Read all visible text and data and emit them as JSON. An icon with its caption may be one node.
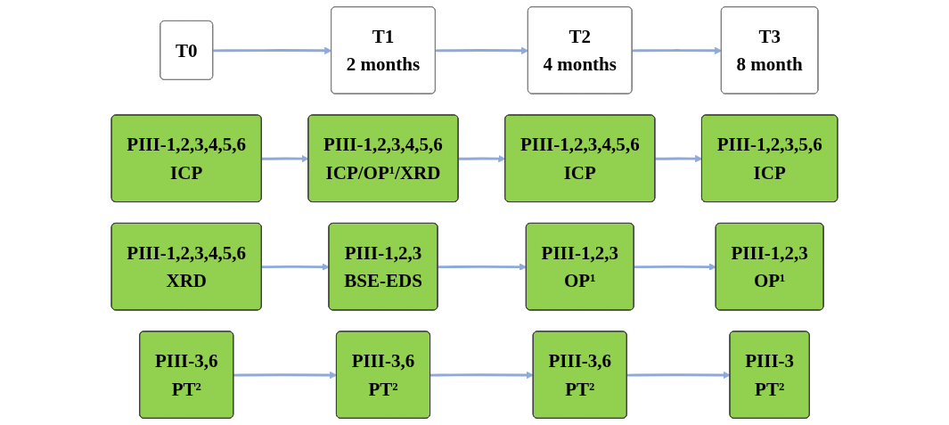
{
  "diagram": {
    "nodes": [
      {
        "text": [
          "T0"
        ]
      },
      {
        "text": [
          "T1",
          "2 months"
        ]
      },
      {
        "text": [
          "T2",
          "4 months"
        ]
      },
      {
        "text": [
          "T3",
          "8 month"
        ]
      },
      {
        "text": [
          "PIII-1,2,3,4,5,6",
          "ICP"
        ]
      },
      {
        "text": [
          "PIII-1,2,3,4,5,6",
          "ICP/OP¹/XRD"
        ]
      },
      {
        "text": [
          "PIII-1,2,3,4,5,6",
          "ICP"
        ]
      },
      {
        "text": [
          "PIII-1,2,3,5,6",
          "ICP"
        ]
      },
      {
        "text": [
          "PIII-1,2,3,4,5,6",
          "XRD"
        ]
      },
      {
        "text": [
          "PIII-1,2,3",
          "BSE-EDS"
        ]
      },
      {
        "text": [
          "PIII-1,2,3",
          "OP¹"
        ]
      },
      {
        "text": [
          "PIII-1,2,3",
          "OP¹"
        ]
      },
      {
        "text": [
          "PIII-3,6",
          "PT²"
        ]
      },
      {
        "text": [
          "PIII-3,6",
          "PT²"
        ]
      },
      {
        "text": [
          "PIII-3,6",
          "PT²"
        ]
      },
      {
        "text": [
          "PIII-3",
          "PT²"
        ]
      }
    ],
    "edges": [
      {
        "from": 0,
        "to": 1,
        "arrow": "to"
      },
      {
        "from": 1,
        "to": 2,
        "arrow": "to"
      },
      {
        "from": 2,
        "to": 3,
        "arrow": "to"
      },
      {
        "from": 4,
        "to": 5,
        "arrow": "to"
      },
      {
        "from": 5,
        "to": 6,
        "arrow": "to"
      },
      {
        "from": 6,
        "to": 7,
        "arrow": "to"
      },
      {
        "from": 8,
        "to": 9,
        "arrow": "to"
      },
      {
        "from": 9,
        "to": 10,
        "arrow": "to"
      },
      {
        "from": 10,
        "to": 11,
        "arrow": "to"
      },
      {
        "from": 12,
        "to": 13,
        "arrow": "to"
      },
      {
        "from": 13,
        "to": 14,
        "arrow": "to"
      },
      {
        "from": 14,
        "to": 15,
        "arrow": "to"
      }
    ]
  }
}
